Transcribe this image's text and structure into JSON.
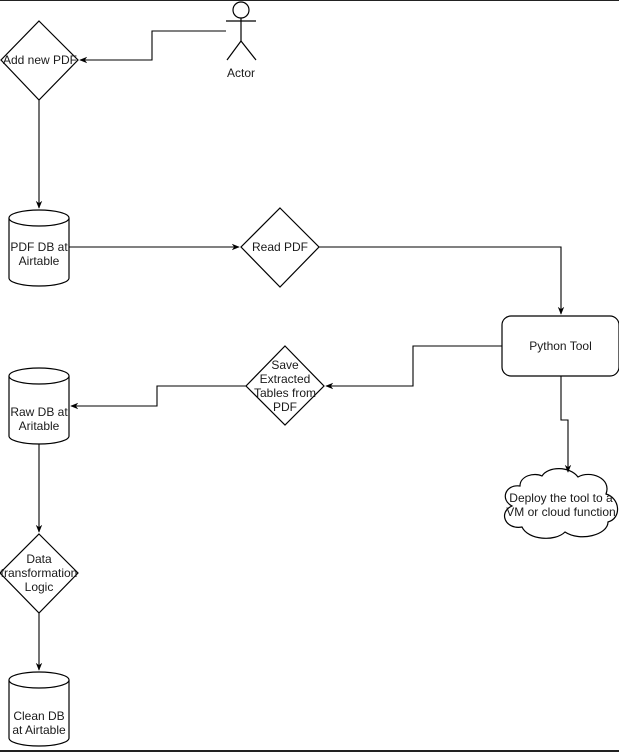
{
  "diagram": {
    "type": "flowchart",
    "colors": {
      "stroke": "#000000",
      "fill": "#ffffff",
      "text": "#1a1a1a"
    },
    "nodes": [
      {
        "id": "actor",
        "shape": "actor",
        "label": "Actor"
      },
      {
        "id": "add_pdf",
        "shape": "decision",
        "label": "Add new PDF"
      },
      {
        "id": "pdf_db",
        "shape": "database",
        "label": "PDF DB at Airtable"
      },
      {
        "id": "read_pdf",
        "shape": "decision",
        "label": "Read PDF"
      },
      {
        "id": "python_tool",
        "shape": "rounded-rect",
        "label": "Python Tool"
      },
      {
        "id": "save_tables",
        "shape": "decision",
        "label": "Save Extracted Tables from PDF"
      },
      {
        "id": "raw_db",
        "shape": "database",
        "label": "Raw DB at Aritable"
      },
      {
        "id": "deploy",
        "shape": "cloud",
        "label": "Deploy the tool to a VM or cloud function"
      },
      {
        "id": "transform",
        "shape": "decision",
        "label": "Data transformation Logic"
      },
      {
        "id": "clean_db",
        "shape": "database",
        "label": "Clean DB at Airtable"
      }
    ],
    "edges": [
      {
        "from": "actor",
        "to": "add_pdf"
      },
      {
        "from": "add_pdf",
        "to": "pdf_db"
      },
      {
        "from": "pdf_db",
        "to": "read_pdf"
      },
      {
        "from": "read_pdf",
        "to": "python_tool"
      },
      {
        "from": "python_tool",
        "to": "save_tables"
      },
      {
        "from": "python_tool",
        "to": "deploy"
      },
      {
        "from": "save_tables",
        "to": "raw_db"
      },
      {
        "from": "raw_db",
        "to": "transform"
      },
      {
        "from": "transform",
        "to": "clean_db"
      }
    ]
  },
  "labels": {
    "actor": "Actor",
    "add_pdf": "Add new PDF",
    "pdf_db_1": "PDF DB at",
    "pdf_db_2": "Airtable",
    "read_pdf": "Read PDF",
    "python_tool": "Python Tool",
    "save_1": "Save",
    "save_2": "Extracted",
    "save_3": "Tables from",
    "save_4": "PDF",
    "raw_db_1": "Raw DB at",
    "raw_db_2": "Aritable",
    "deploy_1": "Deploy the tool to a",
    "deploy_2": "VM or cloud function",
    "transform_1": "Data",
    "transform_2": "transformation",
    "transform_3": "Logic",
    "clean_db_1": "Clean DB",
    "clean_db_2": "at Airtable"
  }
}
